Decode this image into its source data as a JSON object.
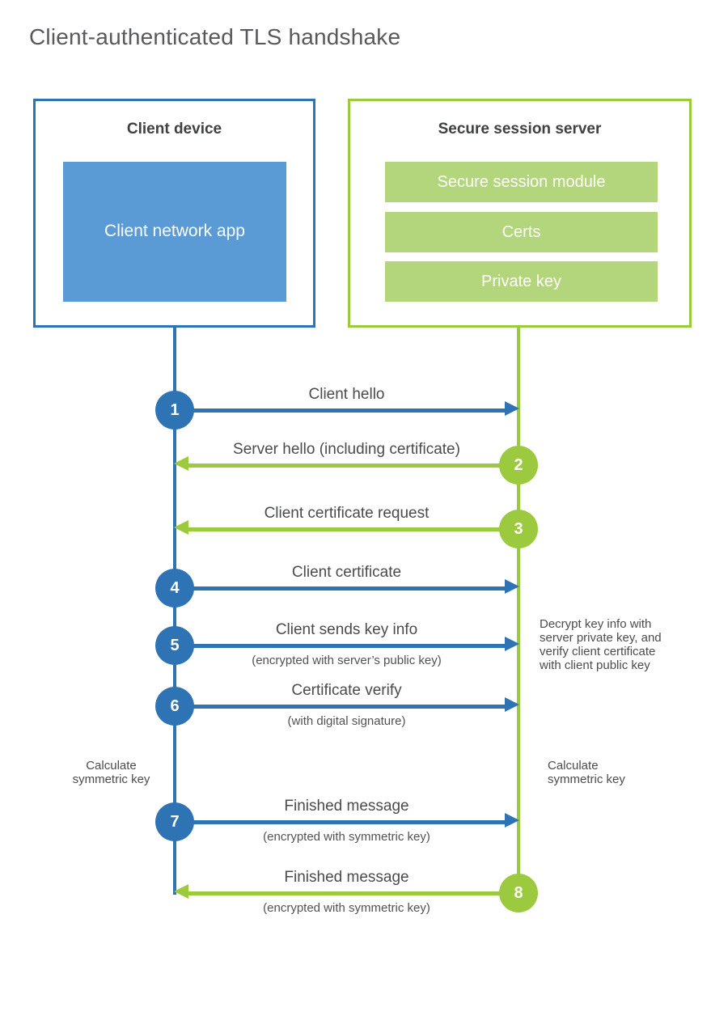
{
  "page": {
    "title": "Client-authenticated TLS handshake"
  },
  "client": {
    "title": "Client device",
    "app_label": "Client network app"
  },
  "server": {
    "title": "Secure session server",
    "modules": [
      "Secure session module",
      "Certs",
      "Private key"
    ]
  },
  "messages": [
    {
      "num": "1",
      "label": "Client hello",
      "from": "client",
      "direction": "right"
    },
    {
      "num": "2",
      "label": "Server hello (including certificate)",
      "from": "server",
      "direction": "left"
    },
    {
      "num": "3",
      "label": "Client certificate request",
      "from": "server",
      "direction": "left"
    },
    {
      "num": "4",
      "label": "Client certificate",
      "from": "client",
      "direction": "right"
    },
    {
      "num": "5",
      "label": "Client sends key info",
      "sub": "(encrypted with server’s public key)",
      "from": "client",
      "direction": "right"
    },
    {
      "num": "6",
      "label": "Certificate verify",
      "sub": "(with digital signature)",
      "from": "client",
      "direction": "right"
    },
    {
      "num": "7",
      "label": "Finished message",
      "sub": "(encrypted with symmetric key)",
      "from": "client",
      "direction": "right"
    },
    {
      "num": "8",
      "label": "Finished message",
      "sub": "(encrypted with symmetric key)",
      "from": "server",
      "direction": "left"
    }
  ],
  "annotations": {
    "decrypt_note": {
      "lines": [
        "Decrypt key info with",
        "server private key, and",
        "verify client certificate",
        "with client public key"
      ]
    },
    "calc_client": {
      "lines": [
        "Calculate",
        "symmetric key"
      ]
    },
    "calc_server": {
      "lines": [
        "Calculate",
        "symmetric key"
      ]
    }
  },
  "colors": {
    "blue": "#2e74b5",
    "blue_light": "#5b9bd5",
    "green": "#9cca3e",
    "green_light": "#b3d67c"
  }
}
